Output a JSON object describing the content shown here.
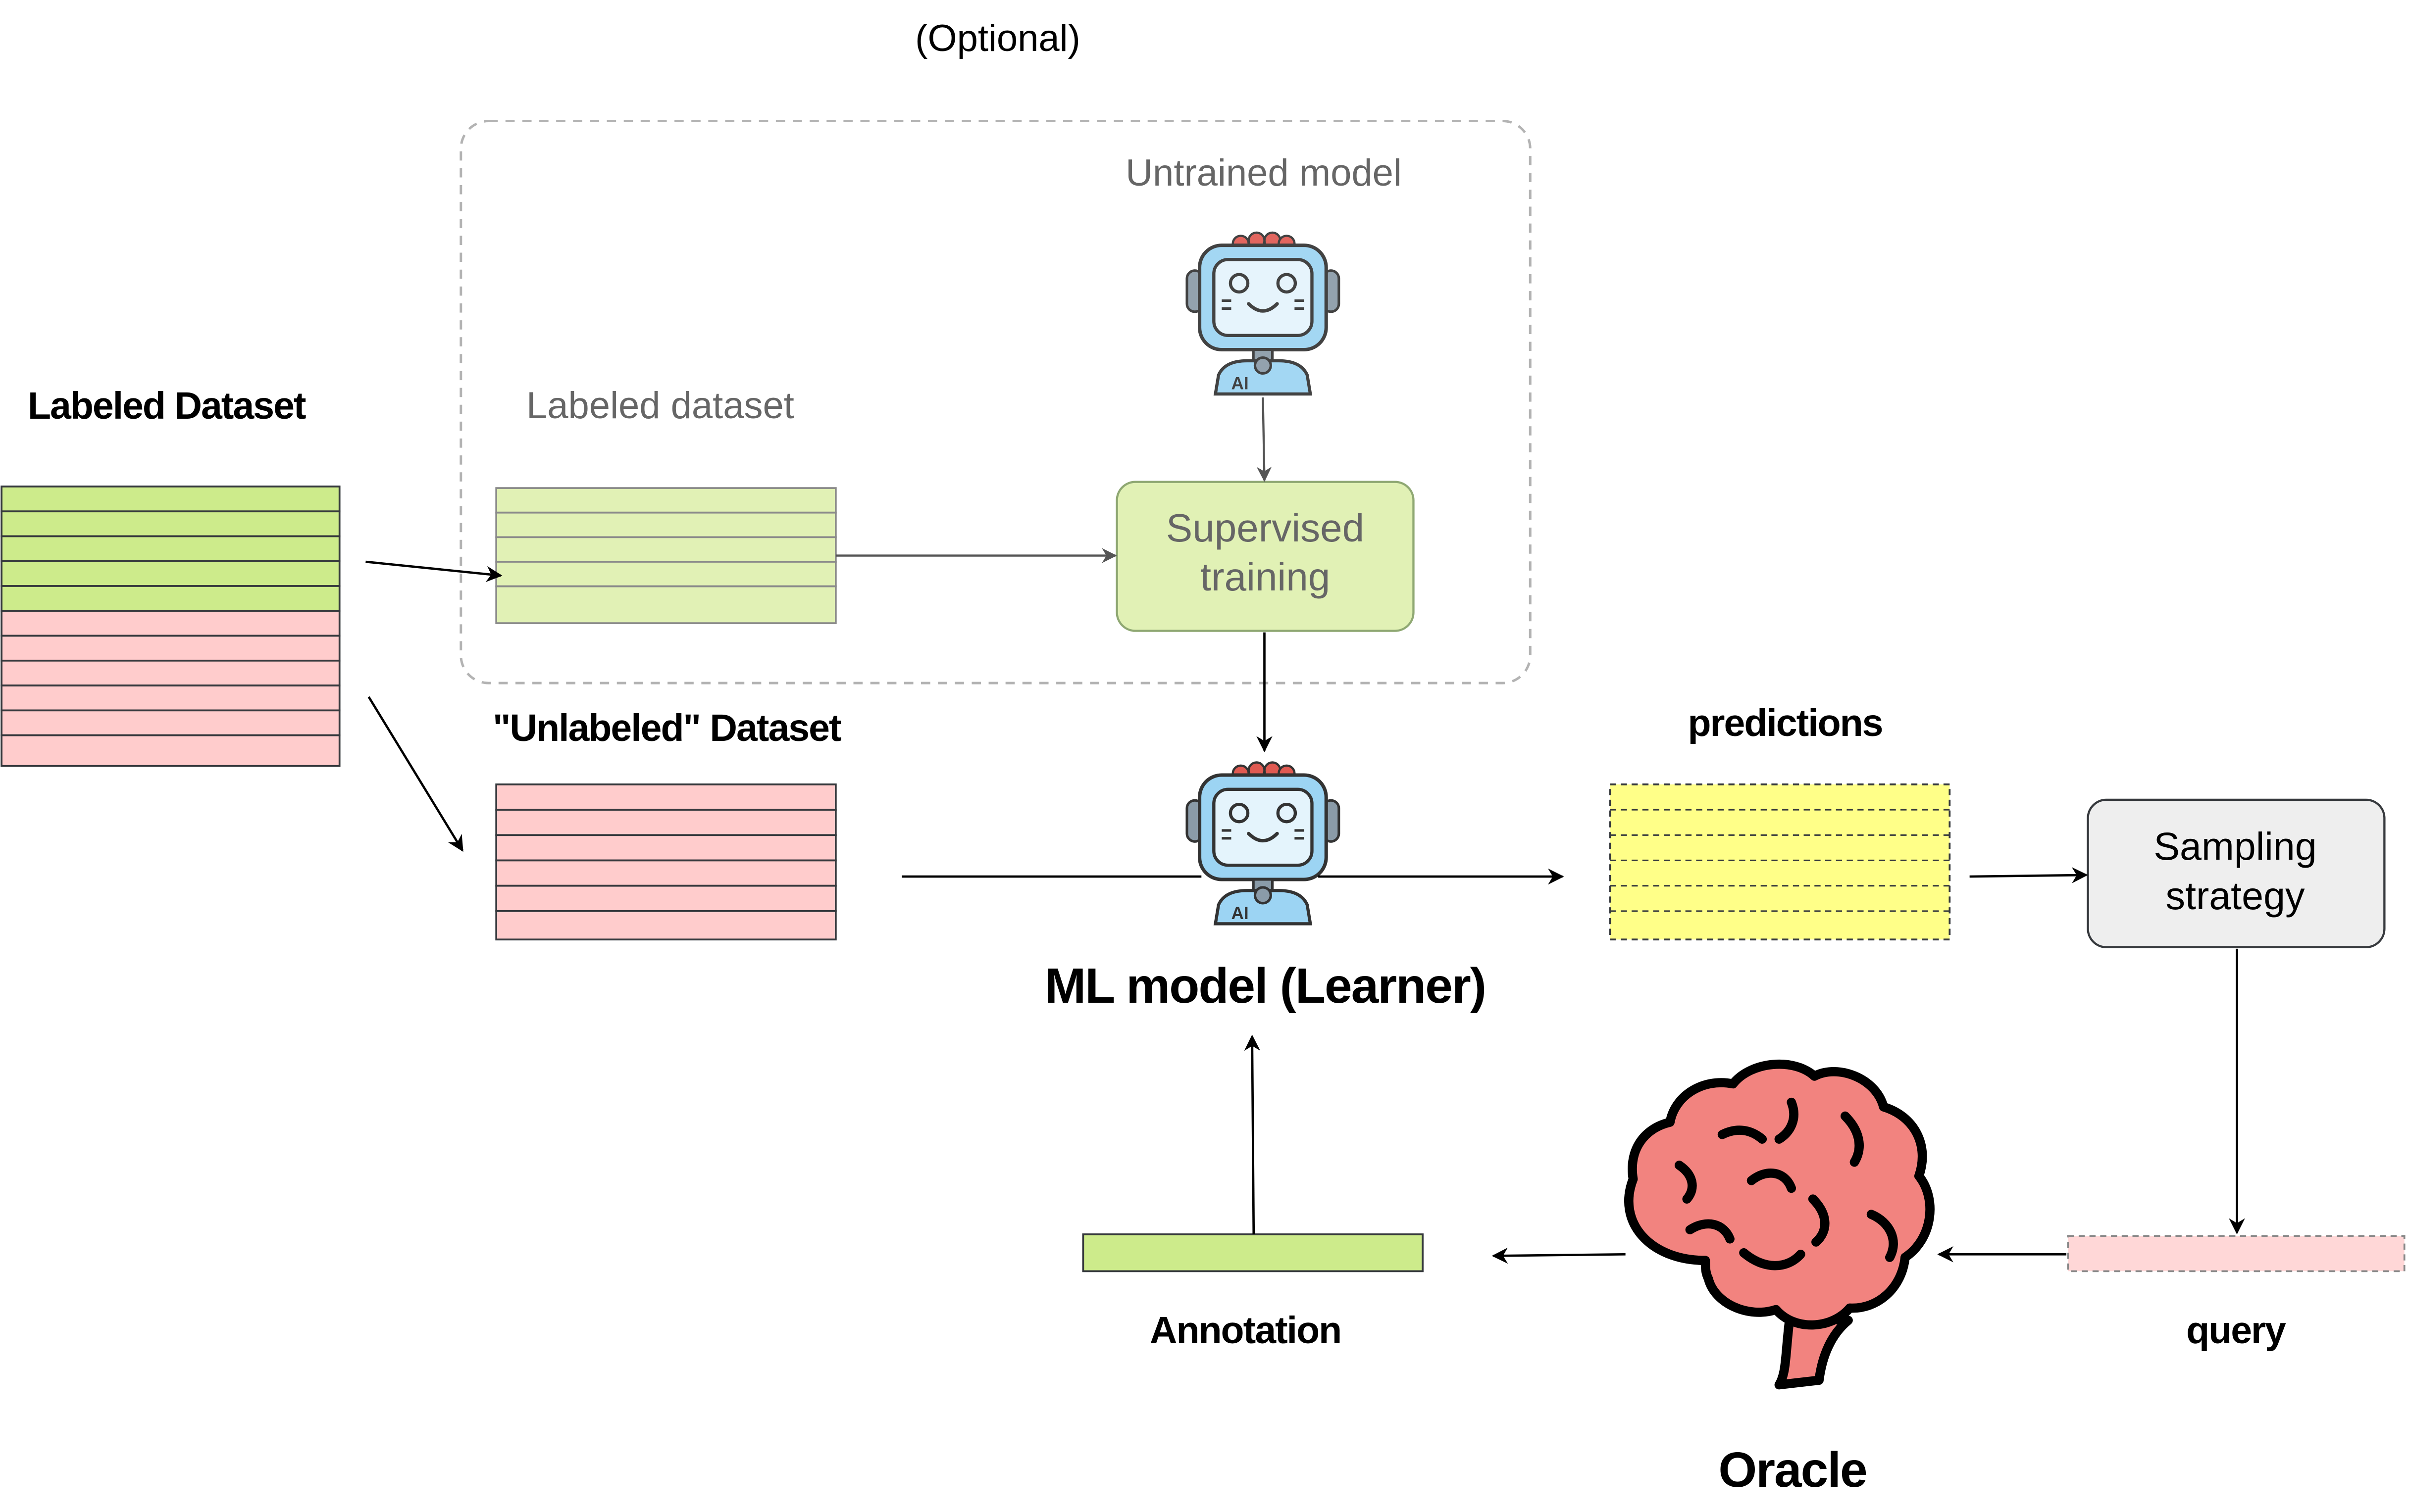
{
  "optional_label": "(Optional)",
  "labeled_dataset_title": "Labeled Dataset",
  "optional_box": {
    "untrained_model_label": "Untrained model",
    "labeled_dataset_label": "Labeled dataset",
    "supervised_training_line1": "Supervised",
    "supervised_training_line2": "training"
  },
  "unlabeled_dataset_title": "\"Unlabeled\" Dataset",
  "predictions_label": "predictions",
  "ml_model_label": "ML model (Learner)",
  "sampling_strategy_line1": "Sampling",
  "sampling_strategy_line2": "strategy",
  "annotation_label": "Annotation",
  "query_label": "query",
  "oracle_label": "Oracle",
  "robot_badge": "AI",
  "colors": {
    "green_fill": "#CDEB8B",
    "light_green_fill": "#E1F1B5",
    "red_fill": "#FFCCCC",
    "light_red_fill": "#FFD7D7",
    "yellow_fill": "#FFFF88",
    "grey_fill": "#EEEEEE",
    "brain_fill": "#F2837F",
    "robot_blue": "#A8D8F5",
    "dashed_border": "#B3B3B3"
  },
  "icons": [
    "robot-icon",
    "brain-icon"
  ]
}
